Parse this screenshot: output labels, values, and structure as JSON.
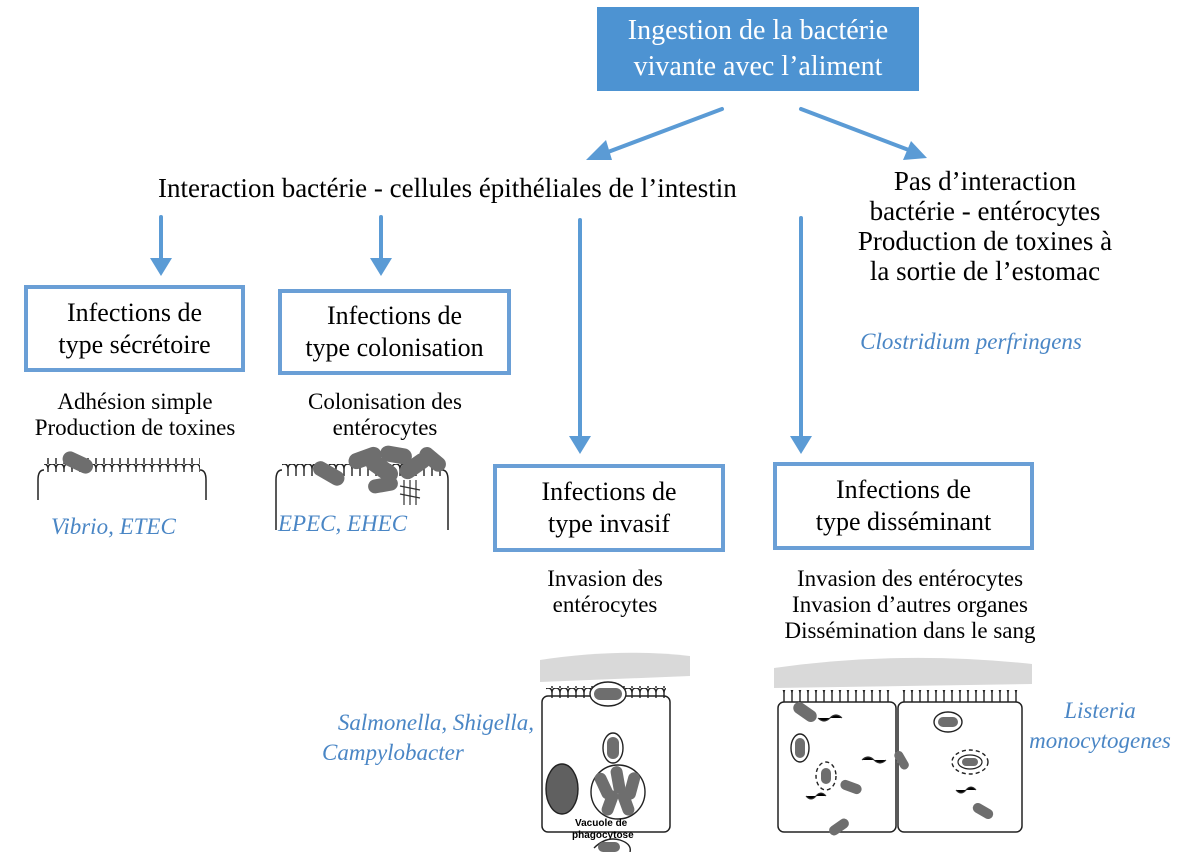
{
  "top_box": {
    "line1": "Ingestion de la bactérie",
    "line2": "vivante avec l’aliment"
  },
  "interaction_heading": "Interaction bactérie - cellules épithéliales de l’intestin",
  "no_interaction": {
    "line1": "Pas d’interaction",
    "line2": "bactérie - entérocytes",
    "line3": "Production de toxines à",
    "line4": "la sortie de l’estomac",
    "species": "Clostridium perfringens"
  },
  "secretory": {
    "title1": "Infections de",
    "title2": "type sécrétoire",
    "desc1": "Adhésion simple",
    "desc2": "Production de toxines",
    "species": "Vibrio, ETEC"
  },
  "colonisation": {
    "title1": "Infections de",
    "title2": "type colonisation",
    "desc1": "Colonisation des",
    "desc2": "entérocytes",
    "species": "EPEC, EHEC"
  },
  "invasive": {
    "title1": "Infections de",
    "title2": "type invasif",
    "desc1": "Invasion des",
    "desc2": "entérocytes",
    "species1": "Salmonella, Shigella,",
    "species2": "Campylobacter",
    "vacuole1": "Vacuole de",
    "vacuole2": "phagocytose"
  },
  "disseminating": {
    "title1": "Infections de",
    "title2": "type disséminant",
    "desc1": "Invasion des entérocytes",
    "desc2": "Invasion d’autres organes",
    "desc3": "Dissémination dans le sang",
    "species1": "Listeria",
    "species2": "monocytogenes"
  },
  "colors": {
    "accent": "#4d93d2",
    "border": "#6a9fd6",
    "species": "#4a86c5",
    "bacteria": "#6e6e6e"
  }
}
